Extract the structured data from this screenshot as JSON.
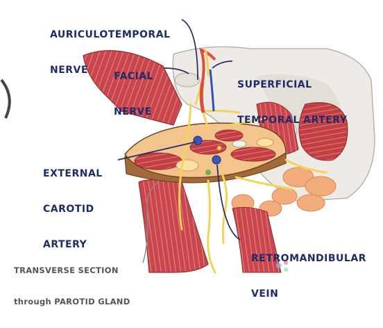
{
  "labels": {
    "auriculotemporal": {
      "line1": "AURICULOTEMPORAL",
      "line2": "NERVE"
    },
    "facial": {
      "line1": "FACIAL",
      "line2": "NERVE"
    },
    "superficial_temporal": {
      "line1": "SUPERFICIAL",
      "line2": "TEMPORAL ARTERY"
    },
    "external_carotid": {
      "line1": "EXTERNAL",
      "line2": "CAROTID",
      "line3": "ARTERY"
    },
    "retromandibular": {
      "line1": "RETROMANDIBULAR",
      "line2": "VEIN"
    },
    "transverse_section": {
      "line1": "TRANSVERSE SECTION",
      "line2": "through PAROTID GLAND"
    }
  },
  "colors": {
    "label_nerve_artery": "#1f2a6b",
    "label_section": "#555555",
    "muscle": "#c0444a",
    "muscle_stripe": "#e88b8b",
    "nerve": "#f2d45a",
    "artery": "#d9503a",
    "vein": "#2f4fb4",
    "gland": "#f4b07a",
    "bone": "#f0ece6",
    "pointer": "#2b2b6e"
  }
}
